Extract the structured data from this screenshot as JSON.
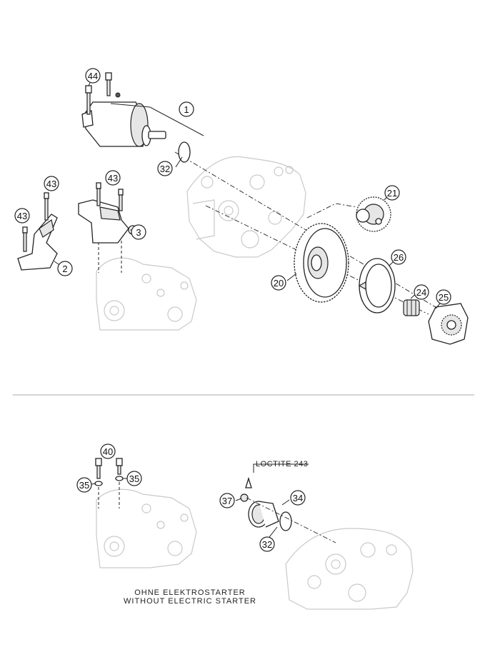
{
  "labels": {
    "upper": [
      "44",
      "1",
      "32",
      "43",
      "43",
      "43",
      "3",
      "2",
      "21",
      "26",
      "20",
      "24",
      "25"
    ],
    "lower": [
      "40",
      "35",
      "35",
      "37",
      "34",
      "32"
    ]
  },
  "note": "LOCTITE 243",
  "caption": {
    "line1": "OHNE ELEKTROSTARTER",
    "line2": "WITHOUT ELECTRIC STARTER"
  }
}
